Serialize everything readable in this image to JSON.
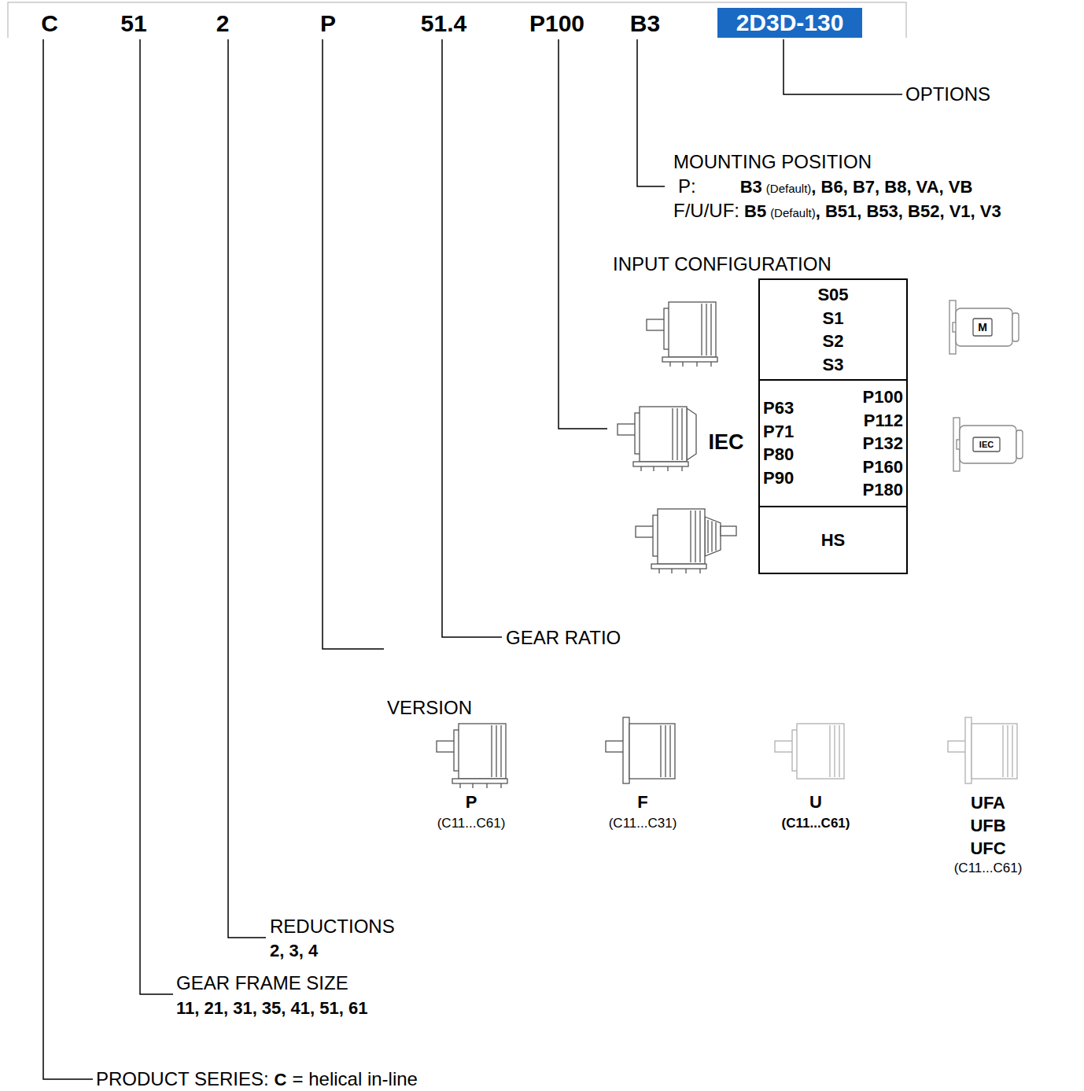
{
  "diagram": {
    "nodes": [
      {
        "text": [
          "2D3D-130"
        ]
      },
      {
        "text": [
          "INPUT CONFIGURATION"
        ]
      },
      {
        "text": [
          "S05 S1 S2 S3"
        ],
        "in": 1
      },
      {
        "text": [
          "P63 P71 P80 P90",
          "P100 P112 P132 P160 P180"
        ],
        "in": 1
      },
      {
        "text": [
          "HS"
        ],
        "in": 1
      }
    ],
    "labels": [
      "C",
      "51",
      "2",
      "P",
      "51.4",
      "P100",
      "B3",
      "OPTIONS",
      "MOUNTING POSITION",
      "P:",
      "B3",
      "(Default)",
      ", B6, B7, B8, VA, VB",
      "F/U/UF:",
      "B5",
      "(Default)",
      ", B51, B53, B52, V1, V3",
      "M",
      "IEC",
      "IEC",
      "GEAR RATIO",
      "VERSION",
      "P",
      "(C11...C61)",
      "F",
      "(C11...C31)",
      "U",
      "(C11...C61)",
      "UFA UFB UFC",
      "(C11...C61)",
      "REDUCTIONS",
      "2, 3, 4",
      "GEAR FRAME SIZE",
      "11, 21, 31, 35, 41, 51, 61",
      "PRODUCT SERIES:",
      "C",
      "= helical in-line"
    ]
  }
}
